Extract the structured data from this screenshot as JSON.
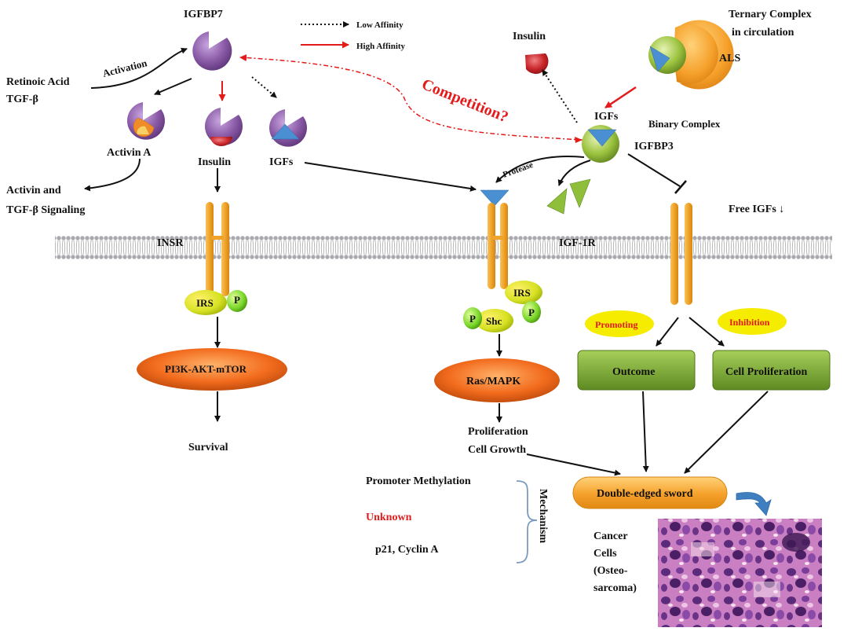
{
  "labels": {
    "igfbp7": "IGFBP7",
    "retinoic_acid": "Retinoic Acid",
    "tgf_beta": "TGF-β",
    "activation": "Activation",
    "activin_a": "Activin A",
    "insulin_left": "Insulin",
    "igfs_left": "IGFs",
    "activin_signaling_1": "Activin and",
    "activin_signaling_2": "TGF-β  Signaling",
    "insr": "INSR",
    "irs_left": "IRS",
    "p_left": "P",
    "pi3k": "PI3K-AKT-mTOR",
    "survival": "Survival",
    "insulin_top": "Insulin",
    "competition": "Competition?",
    "igfs_right": "IGFs",
    "igfbp3": "IGFBP3",
    "binary_complex": "Binary Complex",
    "ternary_1": "Ternary Complex",
    "ternary_2": "in circulation",
    "als": "ALS",
    "protease": "Protease",
    "free_igfs": "Free IGFs ↓",
    "igf1r": "IGF-1R",
    "irs_mid": "IRS",
    "shc": "Shc",
    "p_mid_left": "P",
    "p_mid_right": "P",
    "ras_mapk": "Ras/MAPK",
    "proliferation": "Proliferation",
    "cell_growth": "Cell Growth",
    "promoting": "Promoting",
    "inhibition": "Inhibition",
    "outcome": "Outcome",
    "cell_proliferation": "Cell Proliferation",
    "double_edged": "Double-edged sword",
    "promoter_methylation": "Promoter  Methylation",
    "unknown": "Unknown",
    "p21": "p21, Cyclin A",
    "mechanism": "Mechanism",
    "cancer_1": "Cancer",
    "cancer_2": "Cells",
    "cancer_3": "(Osteo-",
    "cancer_4": "sarcoma)"
  },
  "legend": {
    "low_affinity": "Low  Affinity",
    "high_affinity": "High  Affinity"
  },
  "colors": {
    "igfbp7_purple": "#8a5aa6",
    "receptor_orange": "#f0a32a",
    "igf_blue": "#4a8fd1",
    "igfbp3_green": "#8fb83a",
    "insulin_red": "#c8262b",
    "activin_orange": "#f08c28",
    "pathway_oval": "#f26b1d",
    "green_box": "#6f9a2e",
    "highlight_yellow": "#f5ec00",
    "competition_red": "#e31b1b",
    "mechanism_bracket": "#7a9bbf",
    "histology_purple": "#7b3d9a"
  }
}
